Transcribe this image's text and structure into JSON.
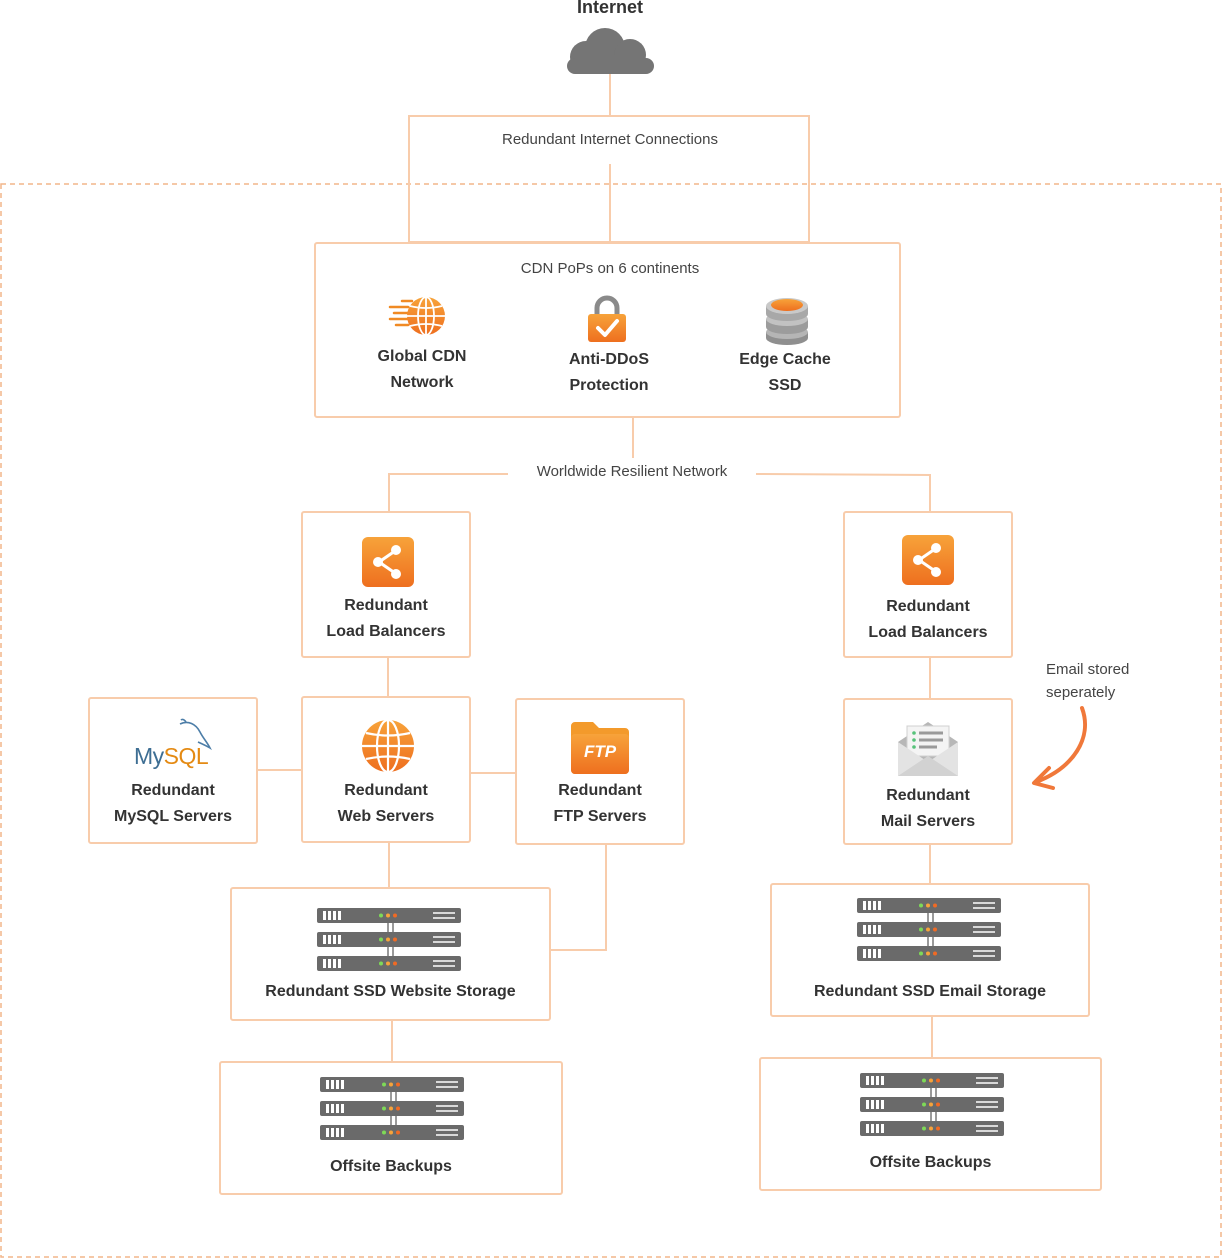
{
  "colors": {
    "line": "#f8ccab",
    "accent": "#f08a24",
    "dashed": "#f2b58a",
    "cloud": "#757575",
    "server": "#6a6a6a"
  },
  "internet": {
    "label": "Internet",
    "icon": "cloud-icon"
  },
  "connections": {
    "label": "Redundant Internet Connections"
  },
  "cdn": {
    "title": "CDN PoPs on 6 continents",
    "items": [
      {
        "icon": "globe-speed-icon",
        "line1": "Global CDN",
        "line2": "Network"
      },
      {
        "icon": "padlock-icon",
        "line1": "Anti-DDoS",
        "line2": "Protection"
      },
      {
        "icon": "database-icon",
        "line1": "Edge Cache",
        "line2": "SSD"
      }
    ]
  },
  "network": {
    "label": "Worldwide Resilient Network"
  },
  "web_side": {
    "load_balancers": {
      "icon": "share-icon",
      "line1": "Redundant",
      "line2": "Load Balancers"
    },
    "mysql": {
      "logo": "MySQL",
      "line1": "Redundant",
      "line2": "MySQL Servers"
    },
    "web": {
      "icon": "globe-icon",
      "line1": "Redundant",
      "line2": "Web Servers"
    },
    "ftp": {
      "icon": "ftp-folder-icon",
      "folder_text": "FTP",
      "line1": "Redundant",
      "line2": "FTP Servers"
    },
    "storage": {
      "icon": "server-rack-icon",
      "label": "Redundant SSD Website Storage"
    },
    "backups": {
      "icon": "server-rack-icon",
      "label": "Offsite Backups"
    }
  },
  "mail_side": {
    "load_balancers": {
      "icon": "share-icon",
      "line1": "Redundant",
      "line2": "Load Balancers"
    },
    "mail": {
      "icon": "envelope-icon",
      "line1": "Redundant",
      "line2": "Mail Servers"
    },
    "note": {
      "line1": "Email stored",
      "line2": "seperately"
    },
    "storage": {
      "icon": "server-rack-icon",
      "label": "Redundant SSD Email Storage"
    },
    "backups": {
      "icon": "server-rack-icon",
      "label": "Offsite Backups"
    }
  }
}
